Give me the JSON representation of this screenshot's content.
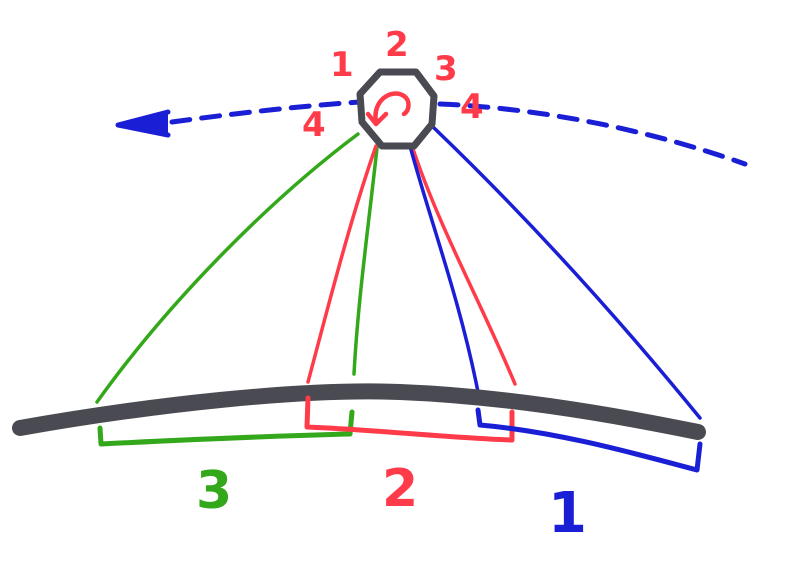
{
  "colors": {
    "blue": "#1a1fd6",
    "red": "#ff3b4a",
    "green": "#33a81a",
    "dark": "#4a4b52",
    "background": "#ffffff"
  },
  "diagram": {
    "description_kind": "hand-drawn projection of a rotating octagonal mirror scanning three segments onto a curved surface",
    "top_labels": {
      "left_1": "1",
      "top_2": "2",
      "right_3": "3",
      "left_4": "4",
      "right_4": "4"
    },
    "segment_labels": {
      "green": "3",
      "red": "2",
      "blue": "1"
    },
    "icons": {
      "rotation": "rotation-arrow-icon",
      "scan_direction": "dashed-arrow-left-icon",
      "mirror": "octagon-mirror-icon"
    }
  }
}
